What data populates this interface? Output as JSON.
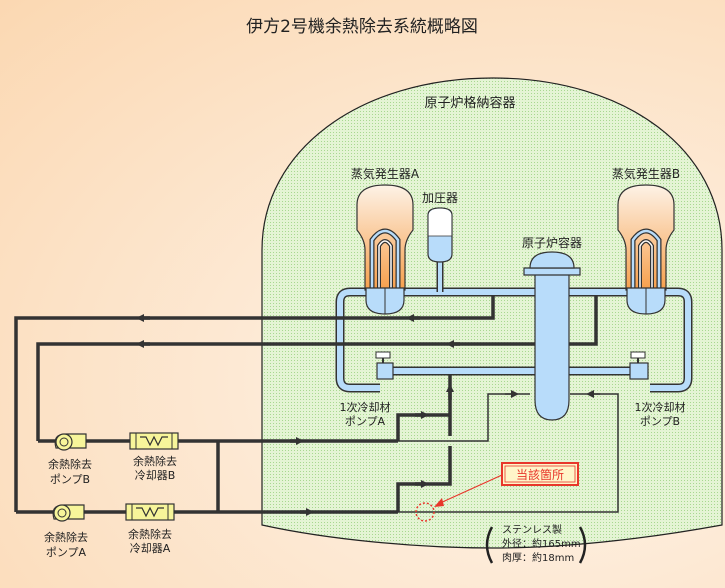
{
  "title": "伊方2号機余熱除去系統概略図",
  "containment": {
    "label": "原子炉格納容器"
  },
  "components": {
    "steam_generator_a": "蒸気発生器A",
    "steam_generator_b": "蒸気発生器B",
    "pressurizer": "加圧器",
    "reactor_vessel": "原子炉容器",
    "rcp_a": [
      "1次冷却材",
      "ポンプA"
    ],
    "rcp_b": [
      "1次冷却材",
      "ポンプB"
    ],
    "rhr_pump_a": [
      "余熱除去",
      "ポンプA"
    ],
    "rhr_pump_b": [
      "余熱除去",
      "ポンプB"
    ],
    "rhr_hx_a": [
      "余熱除去",
      "冷却器A"
    ],
    "rhr_hx_b": [
      "余熱除去",
      "冷却器B"
    ]
  },
  "callout": {
    "label": "当該箇所"
  },
  "spec_note": {
    "lines": [
      "ステンレス製",
      "外径：約165mm",
      "肉厚：約18mm"
    ]
  },
  "colors": {
    "water": "#b8dcfa",
    "sg_orange": "#f7a04c",
    "pipe": "#333333",
    "callout_red": "#e8362b",
    "containment_green": "#d7efc3",
    "component_yellow": "#f7f59a"
  }
}
